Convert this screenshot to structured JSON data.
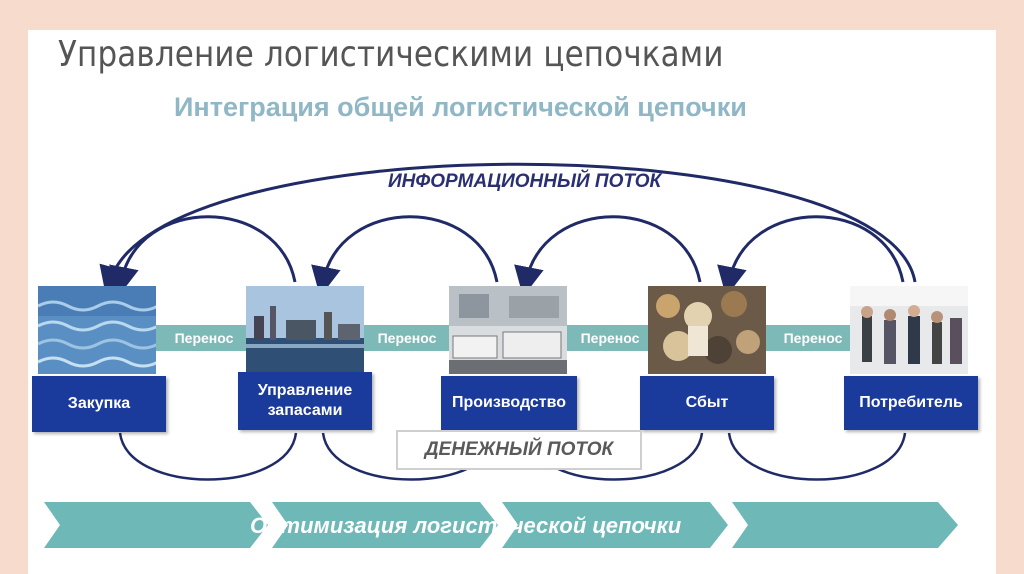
{
  "title": "Управление логистическими цепочками",
  "subtitle": "Интеграция общей логистической цепочки",
  "flows": {
    "information": "ИНФОРМАЦИОННЫЙ ПОТОК",
    "money": "ДЕНЕЖНЫЙ ПОТОК"
  },
  "stages": [
    {
      "label": "Закупка",
      "photo": "ocean-water-photo"
    },
    {
      "label": "Управление запасами",
      "photo": "industrial-port-photo"
    },
    {
      "label": "Производство",
      "photo": "factory-trucks-photo"
    },
    {
      "label": "Сбыт",
      "photo": "market-goods-photo"
    },
    {
      "label": "Потребитель",
      "photo": "shoppers-photo"
    }
  ],
  "transfers": [
    "Перенос",
    "Перенос",
    "Перенос",
    "Перенос"
  ],
  "optimization": "Оптимизация логистической цепочки",
  "colors": {
    "box": "#1a3a9c",
    "transfer_band": "#7db9b7",
    "arrow": "#1f2a66",
    "chevron": "#6fb8b8",
    "subtitle": "#8fb7c6"
  }
}
